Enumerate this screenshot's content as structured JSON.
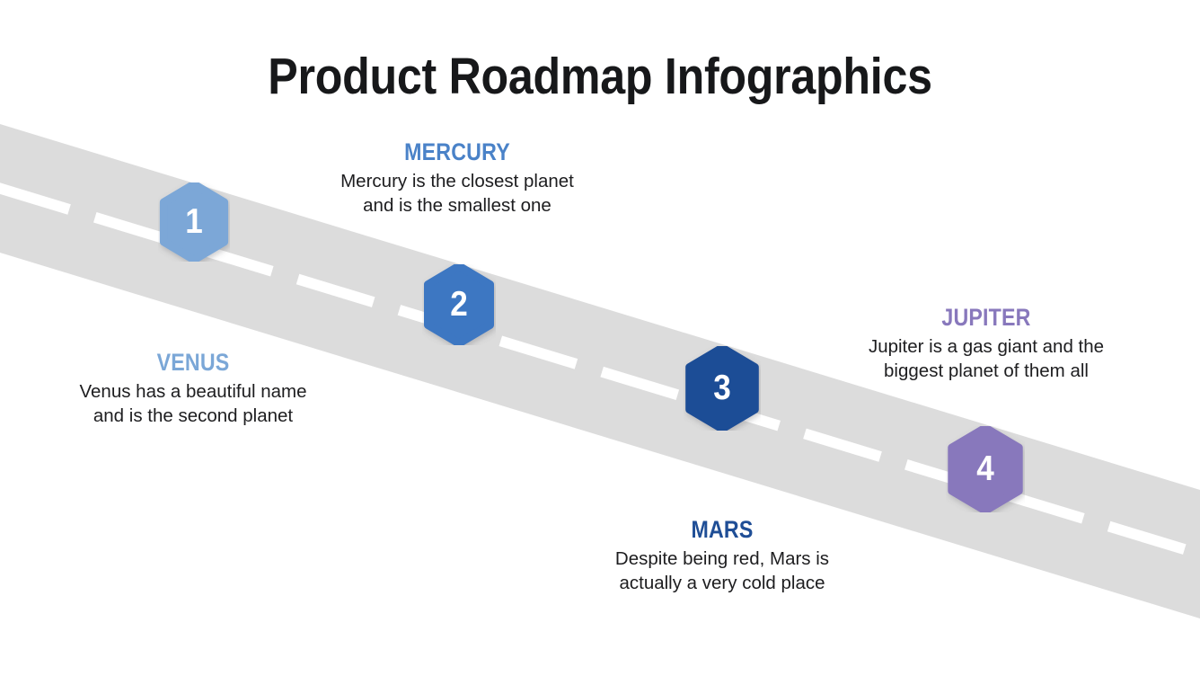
{
  "title": "Product Roadmap Infographics",
  "colors": {
    "background": "#ffffff",
    "road": "#dcdcdc",
    "road_dash": "#ffffff",
    "title_text": "#17181a",
    "body_text": "#1d1d1f",
    "venus": "#7ba7d7",
    "mercury": "#3d77c2",
    "mars": "#1f4e96",
    "jupiter": "#8878bc"
  },
  "road": {
    "shape": "diagonal-band",
    "dash_count": 14,
    "lane_marking": "dashed-center-line"
  },
  "steps": [
    {
      "number": "1",
      "heading": "VENUS",
      "description": "Venus has a beautiful name and is the second planet",
      "color": "#7ba7d7",
      "heading_color": "#7ba7d7"
    },
    {
      "number": "2",
      "heading": "MERCURY",
      "description": "Mercury is the closest planet and is the smallest one",
      "color": "#3d77c2",
      "heading_color": "#4a82c8"
    },
    {
      "number": "3",
      "heading": "MARS",
      "description": "Despite being red, Mars is actually a very cold place",
      "color": "#1f4e96",
      "heading_color": "#1f4e96"
    },
    {
      "number": "4",
      "heading": "JUPITER",
      "description": "Jupiter is a gas giant and the biggest planet of them all",
      "color": "#8878bc",
      "heading_color": "#8878bc"
    }
  ]
}
